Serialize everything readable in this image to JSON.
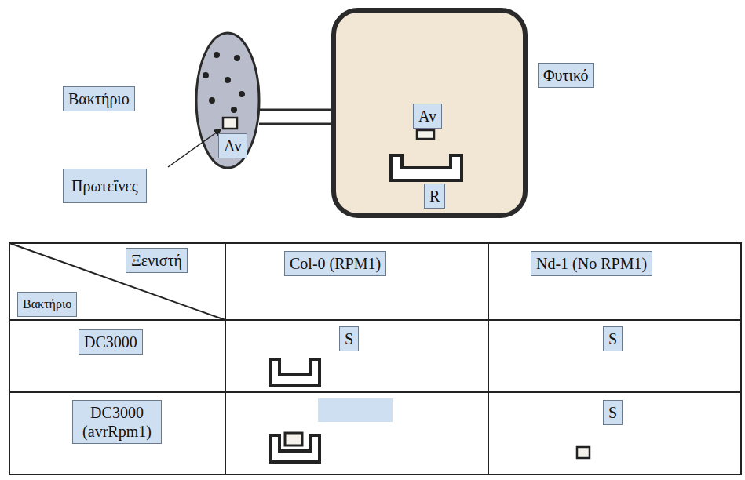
{
  "diagram": {
    "nodes": [
      {
        "text": [
          "Βακτήριο"
        ]
      },
      {
        "text": [
          "Φυτικό"
        ]
      }
    ],
    "edges": [
      {
        "from": 0,
        "to": 1,
        "arrow": "none"
      }
    ],
    "labels": [
      "Πρωτεΐνες",
      "Av",
      "Av",
      "R",
      "Ξενιστή",
      "Βακτήριο",
      "Col-0 (RPM1)",
      "Nd-1 (No RPM1)",
      "DC3000",
      "DC3000 (avrRpm1)",
      "S",
      "S",
      "S"
    ]
  }
}
